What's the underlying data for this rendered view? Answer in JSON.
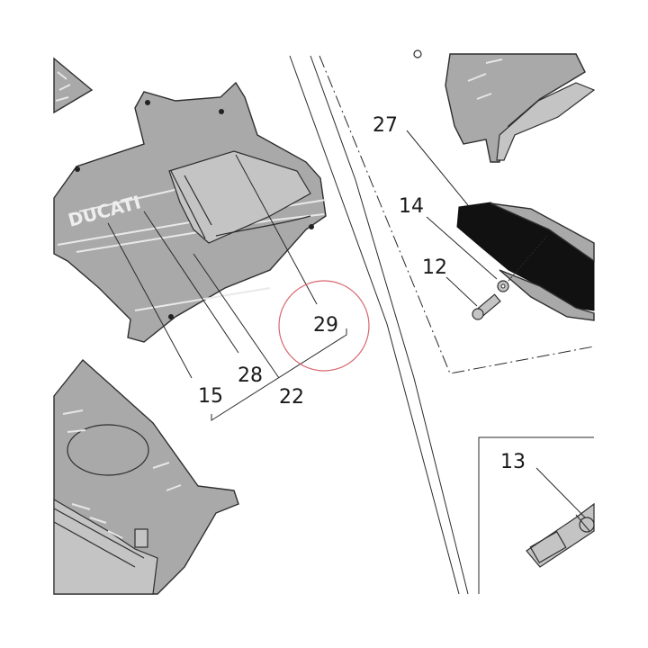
{
  "diagram": {
    "callouts": {
      "c27": "27",
      "c14": "14",
      "c12": "12",
      "c29": "29",
      "c15": "15",
      "c28": "28",
      "c22": "22",
      "c13": "13"
    },
    "logo_text": "DUCATI",
    "colors": {
      "part_fill": "#a9a9a9",
      "part_dark": "#111111",
      "highlight_circle": "#d9676f",
      "line": "#2a2a2a"
    }
  }
}
